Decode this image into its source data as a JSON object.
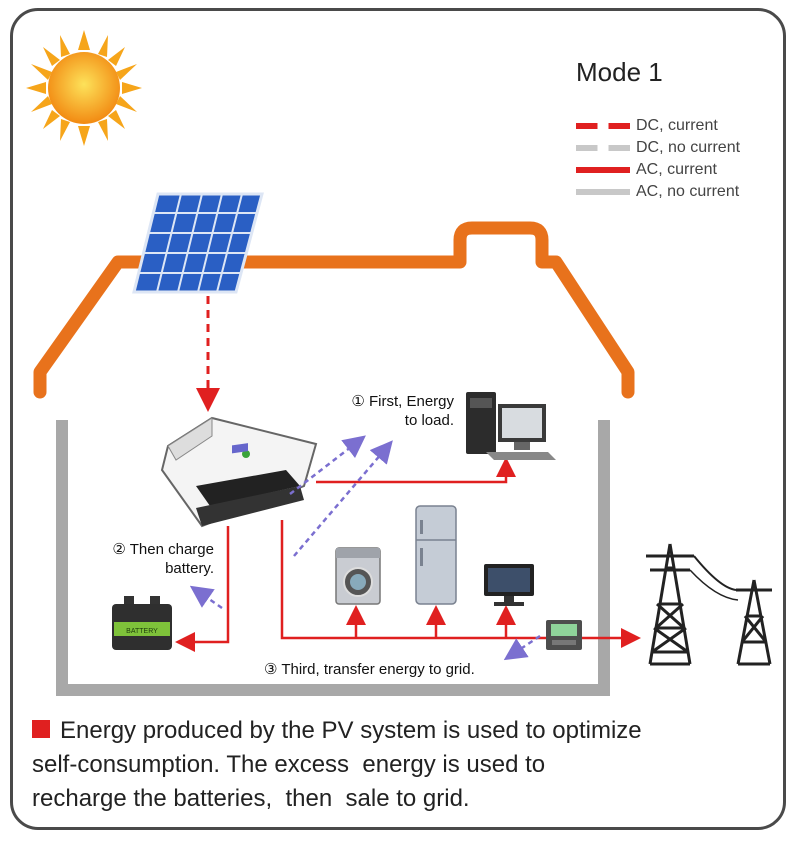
{
  "mode_title": "Mode 1",
  "legend": [
    {
      "label": "DC, current",
      "style": "dashed",
      "color": "#e02020"
    },
    {
      "label": "DC, no current",
      "style": "dashed",
      "color": "#c8c8c8"
    },
    {
      "label": "AC, current",
      "style": "solid",
      "color": "#e02020"
    },
    {
      "label": "AC, no current",
      "style": "solid",
      "color": "#c8c8c8"
    }
  ],
  "steps": {
    "first_line1": "① First, Energy",
    "first_line2": "to load.",
    "second_line1": "② Then charge",
    "second_line2": "battery.",
    "third": "③ Third, transfer energy to grid."
  },
  "battery_label": "BATTERY",
  "caption": {
    "line1": "Energy produced by the PV system is used to optimize",
    "line2": "self-consumption. The excess  energy is used to",
    "line3": "recharge the batteries,  then  sale to grid."
  },
  "colors": {
    "roof": "#e8721c",
    "wall": "#a8a8a8",
    "current": "#e02020",
    "flow_arrow": "#7b6fd0",
    "sun": "#f6a51a",
    "panel": "#2a5fc4",
    "caption_marker": "#e02020"
  },
  "icons": [
    "sun-icon",
    "solar-panel-icon",
    "inverter-icon",
    "computer-icon",
    "washing-machine-icon",
    "refrigerator-icon",
    "tv-icon",
    "battery-icon",
    "meter-icon",
    "power-tower-icon"
  ]
}
